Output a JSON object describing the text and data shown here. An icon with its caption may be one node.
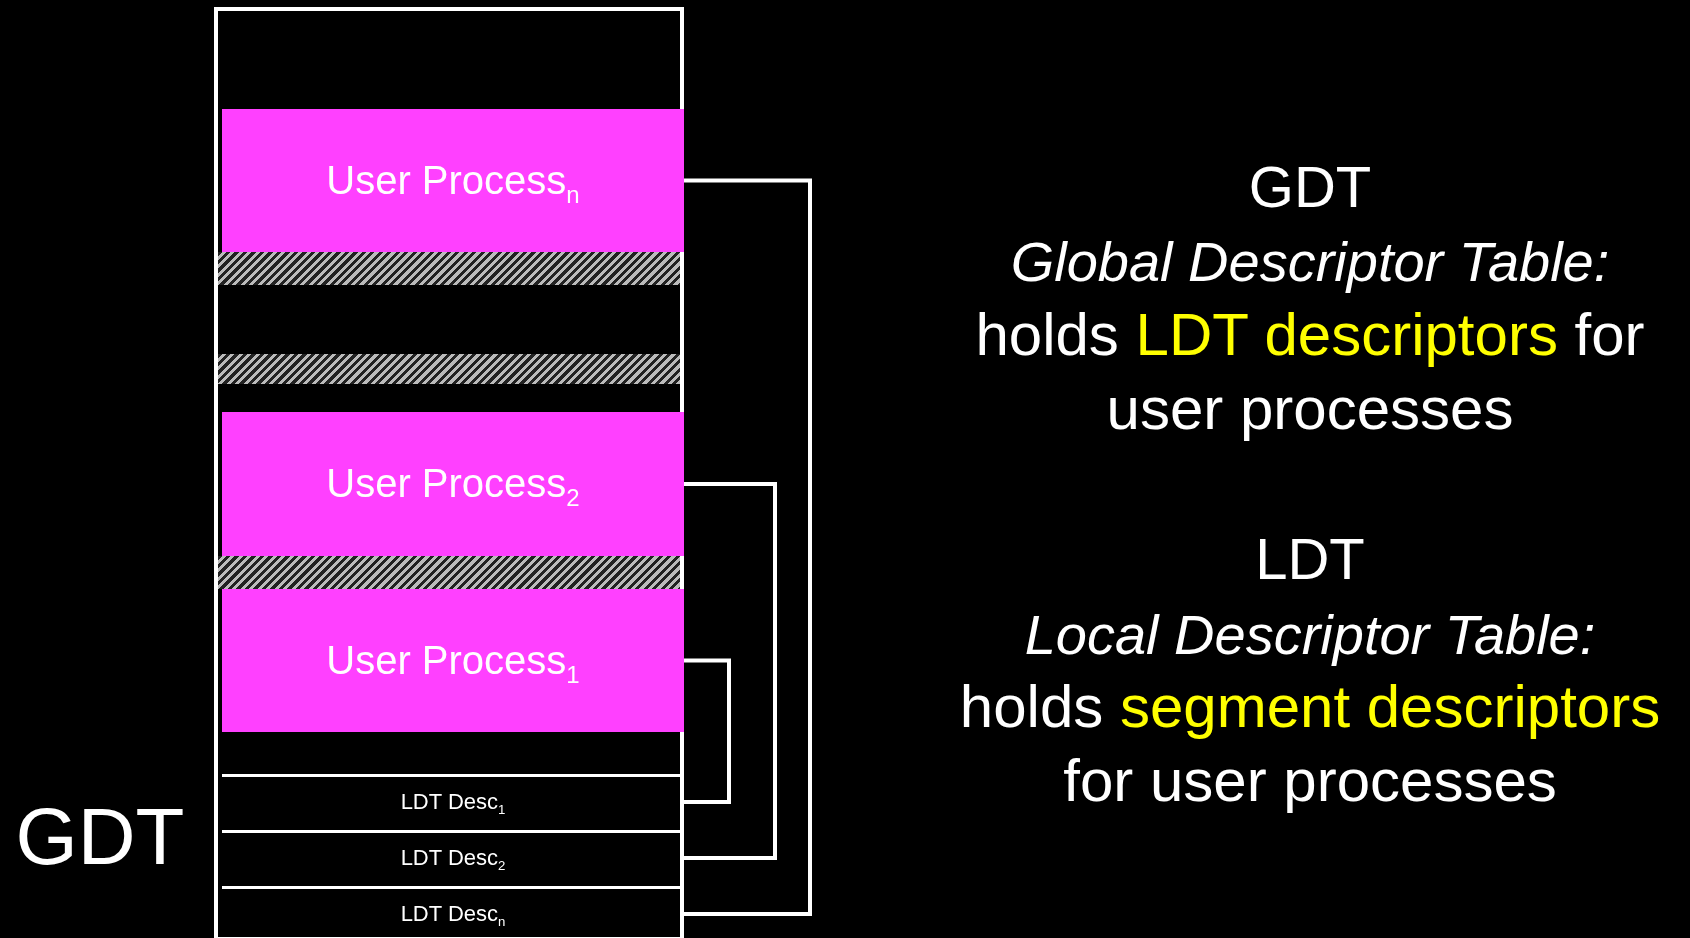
{
  "diagram": {
    "nodes": [
      {
        "text": [],
        "shape": "box"
      },
      {
        "text": [
          "User Process$_{n}$"
        ],
        "in": 0
      },
      {
        "text": [],
        "shape": "bar",
        "in": 0
      },
      {
        "text": [],
        "shape": "bar",
        "in": 0
      },
      {
        "text": [
          "User Process$_{2}$"
        ],
        "in": 0
      },
      {
        "text": [],
        "shape": "bar",
        "in": 0
      },
      {
        "text": [
          "User Process$_{1}$"
        ],
        "in": 0
      },
      {
        "text": [
          "LDT Desc$_{1}$"
        ],
        "in": 0
      },
      {
        "text": [
          "LDT Desc$_{2}$"
        ],
        "in": 0
      },
      {
        "text": [
          "LDT Desc$_{n}$"
        ],
        "in": 0
      }
    ],
    "edges": [
      {
        "from": 7,
        "to": 6,
        "arrow": "none"
      },
      {
        "from": 8,
        "to": 4,
        "arrow": "none"
      },
      {
        "from": 9,
        "to": 1,
        "arrow": "none"
      }
    ],
    "labels": [
      "GDT",
      "GDT",
      "Global Descriptor Table:",
      "holds **LDT descriptors** for user processes",
      "LDT",
      "Local Descriptor Table:",
      "holds **segment descriptors** for user processes"
    ]
  }
}
